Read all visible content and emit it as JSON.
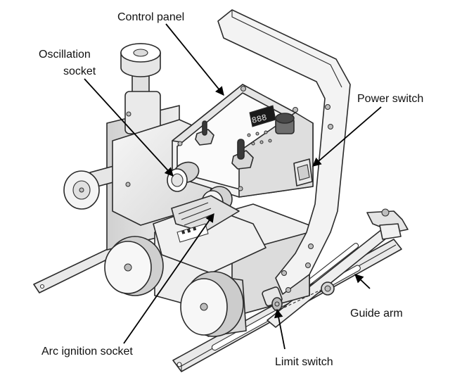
{
  "labels": {
    "control_panel": "Control panel",
    "oscillation_line1": "Oscillation",
    "oscillation_line2": "socket",
    "power_switch": "Power switch",
    "guide_arm": "Guide arm",
    "arc_ignition_socket": "Arc ignition socket",
    "limit_switch": "Limit switch"
  },
  "display": {
    "digits": "888"
  },
  "colors": {
    "body_light": "#f4f4f4",
    "body_mid": "#e2e2e2",
    "body_shadow": "#c9c9c9",
    "outline": "#2b2b2b",
    "leader": "#000000",
    "display_bg": "#1a1a1a",
    "display_digit": "#f2f2f2"
  },
  "icons": [
    "arrowhead-icon",
    "knob-icon",
    "wheel-icon",
    "screw-icon"
  ]
}
